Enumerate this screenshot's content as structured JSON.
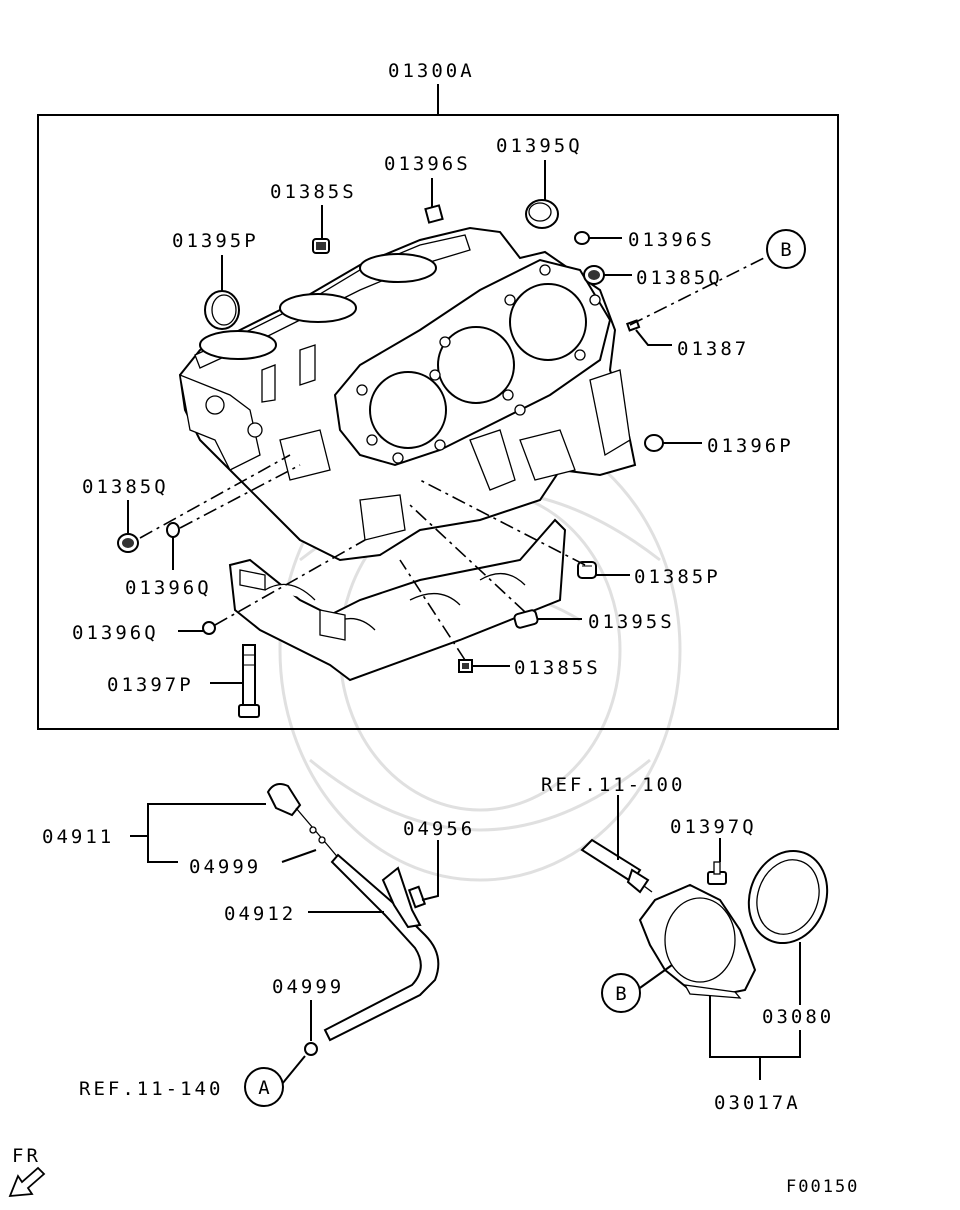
{
  "labels": {
    "assembly": "01300A",
    "p01396s_top": "01396S",
    "p01395q": "01395Q",
    "p01385s_top": "01385S",
    "p01396s_right": "01396S",
    "p01395p": "01395P",
    "p01385q_right": "01385Q",
    "p01387": "01387",
    "p01396p": "01396P",
    "p01385q_left": "01385Q",
    "p01396q_a": "01396Q",
    "p01385p": "01385P",
    "p01396q_b": "01396Q",
    "p01395s": "01395S",
    "p01385s_bottom": "01385S",
    "p01397p": "01397P",
    "ref_11_100": "REF.11-100",
    "p04911": "04911",
    "p04956": "04956",
    "p01397q": "01397Q",
    "p04999_a": "04999",
    "p04912": "04912",
    "p04999_b": "04999",
    "p03080": "03080",
    "ref_11_140": "REF.11-140",
    "p03017a": "03017A",
    "callout_b_top": "B",
    "callout_b_bottom": "B",
    "callout_a": "A",
    "fr": "FR",
    "figure_id": "F00150"
  },
  "icons": {
    "fr_arrow": "arrow-down-left-icon"
  }
}
